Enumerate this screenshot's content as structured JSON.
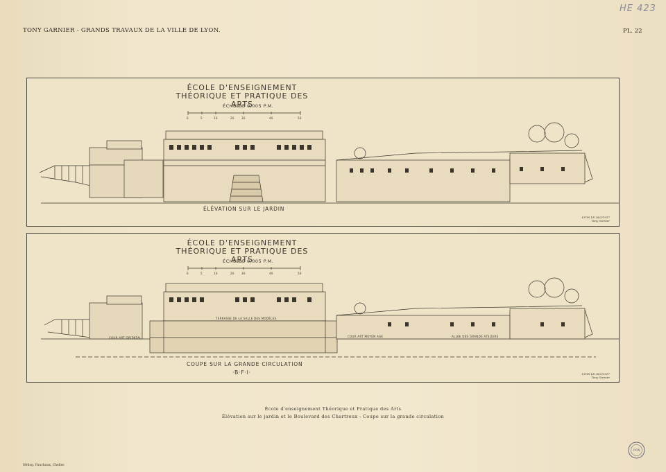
{
  "header": {
    "left": "TONY GARNIER - GRANDS TRAVAUX DE LA VILLE DE LYON.",
    "right": "PL. 22",
    "ink_note": "HE 423"
  },
  "panels": [
    {
      "title_line1": "ÉCOLE D'ENSEIGNEMENT",
      "title_line2": "THÉORIQUE ET PRATIQUE DES ARTS",
      "scale": "ÉCHELLE 0,005 P.M.",
      "scale_ticks": [
        "0",
        "5",
        "10",
        "20",
        "30",
        "40",
        "50"
      ],
      "caption": "ÉLÉVATION SUR LE JARDIN",
      "signature": [
        "LYON LE 28/1/1917",
        "Tony Garnier"
      ],
      "labels": []
    },
    {
      "title_line1": "ÉCOLE D'ENSEIGNEMENT",
      "title_line2": "THÉORIQUE ET PRATIQUE DES ARTS",
      "scale": "ÉCHELLE 0,005 P.M.",
      "scale_ticks": [
        "0",
        "5",
        "10",
        "20",
        "30",
        "40",
        "50"
      ],
      "caption": "COUPE SUR LA GRANDE CIRCULATION",
      "caption2": "·B·F·I·",
      "signature": [
        "LYON LE 28/1/1917",
        "Tony Garnier"
      ],
      "labels": [
        "COUR ART ORIENTAL",
        "TERRASSE DE LA SALLE DES MODÈLES",
        "COUR ART MOYEN AGE",
        "ALLÉE DES GRANDS ATELIERS"
      ]
    }
  ],
  "caption": {
    "line1": "École d'enseignement Théorique et Pratique des Arts",
    "line2": "Élévation sur le jardin et le Boulevard des Chartreux - Coupe sur la grande circulation"
  },
  "footer": "Héliog. Fauchaux, Chelles",
  "seal_text": "LYON",
  "colors": {
    "paper": "#efe3c6",
    "ink": "#2b2620"
  }
}
